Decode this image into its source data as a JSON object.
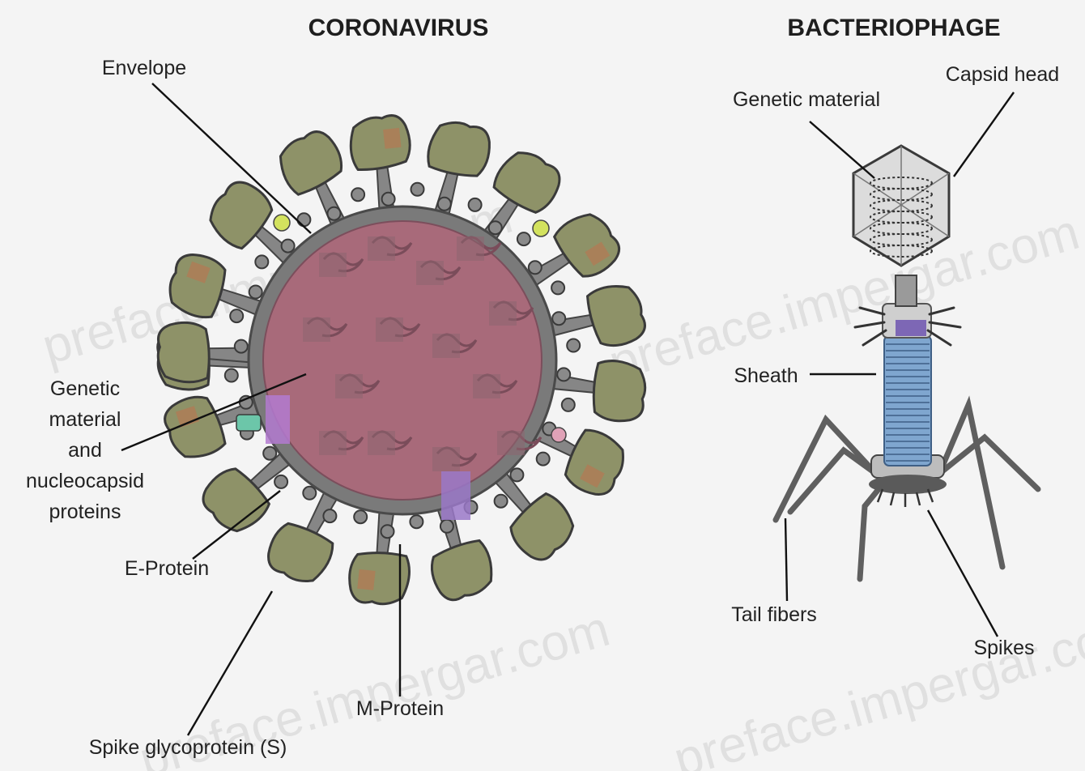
{
  "titles": {
    "coronavirus": "CORONAVIRUS",
    "bacteriophage": "BACTERIOPHAGE"
  },
  "labels": {
    "envelope": "Envelope",
    "genetic_material_line1": "Genetic",
    "genetic_material_line2": "material",
    "genetic_material_line3": "and",
    "genetic_material_line4": "nucleocapsid",
    "genetic_material_line5": "proteins",
    "e_protein": "E-Protein",
    "m_protein": "M-Protein",
    "spike_glycoprotein": "Spike glycoprotein (S)",
    "phage_genetic_material": "Genetic material",
    "capsid_head": "Capsid head",
    "sheath": "Sheath",
    "tail_fibers": "Tail fibers",
    "spikes": "Spikes"
  },
  "watermark": {
    "text_a": "preface.impergar.com",
    "text_b": "preface.impergar.com",
    "text_c": "preface.impergar.com",
    "text_d": "preface.impergar.com"
  },
  "colors": {
    "virion_body": "#a86a7a",
    "virion_rim": "#6e6e6e",
    "spike_head": "#8e9268",
    "spike_stalk": "#868686",
    "phage_head": "#d8d8d8",
    "phage_sheath": "#7fa6cf",
    "collar_band": "#6f55b0"
  }
}
